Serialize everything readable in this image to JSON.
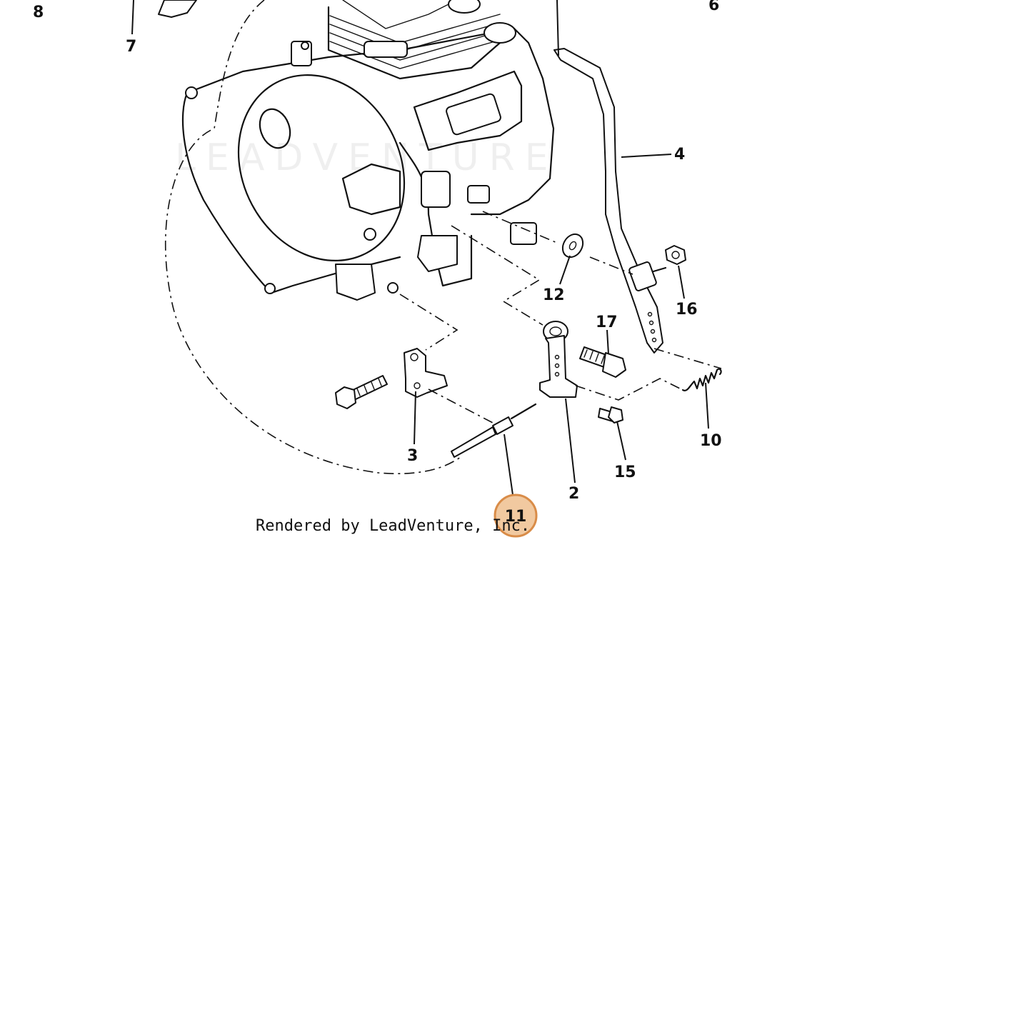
{
  "diagram": {
    "callouts": [
      {
        "id": "8",
        "label": "8"
      },
      {
        "id": "7",
        "label": "7"
      },
      {
        "id": "6",
        "label": "6"
      },
      {
        "id": "4",
        "label": "4"
      },
      {
        "id": "12",
        "label": "12"
      },
      {
        "id": "16",
        "label": "16"
      },
      {
        "id": "17",
        "label": "17"
      },
      {
        "id": "3",
        "label": "3"
      },
      {
        "id": "10",
        "label": "10"
      },
      {
        "id": "15",
        "label": "15"
      },
      {
        "id": "2",
        "label": "2"
      },
      {
        "id": "11",
        "label": "11",
        "highlighted": true
      }
    ],
    "watermark": "LEADVENTURE",
    "credit": "Rendered by LeadVenture, Inc.",
    "highlight_colors": {
      "fill": "#f1c9a0",
      "stroke": "#d98c48"
    }
  }
}
